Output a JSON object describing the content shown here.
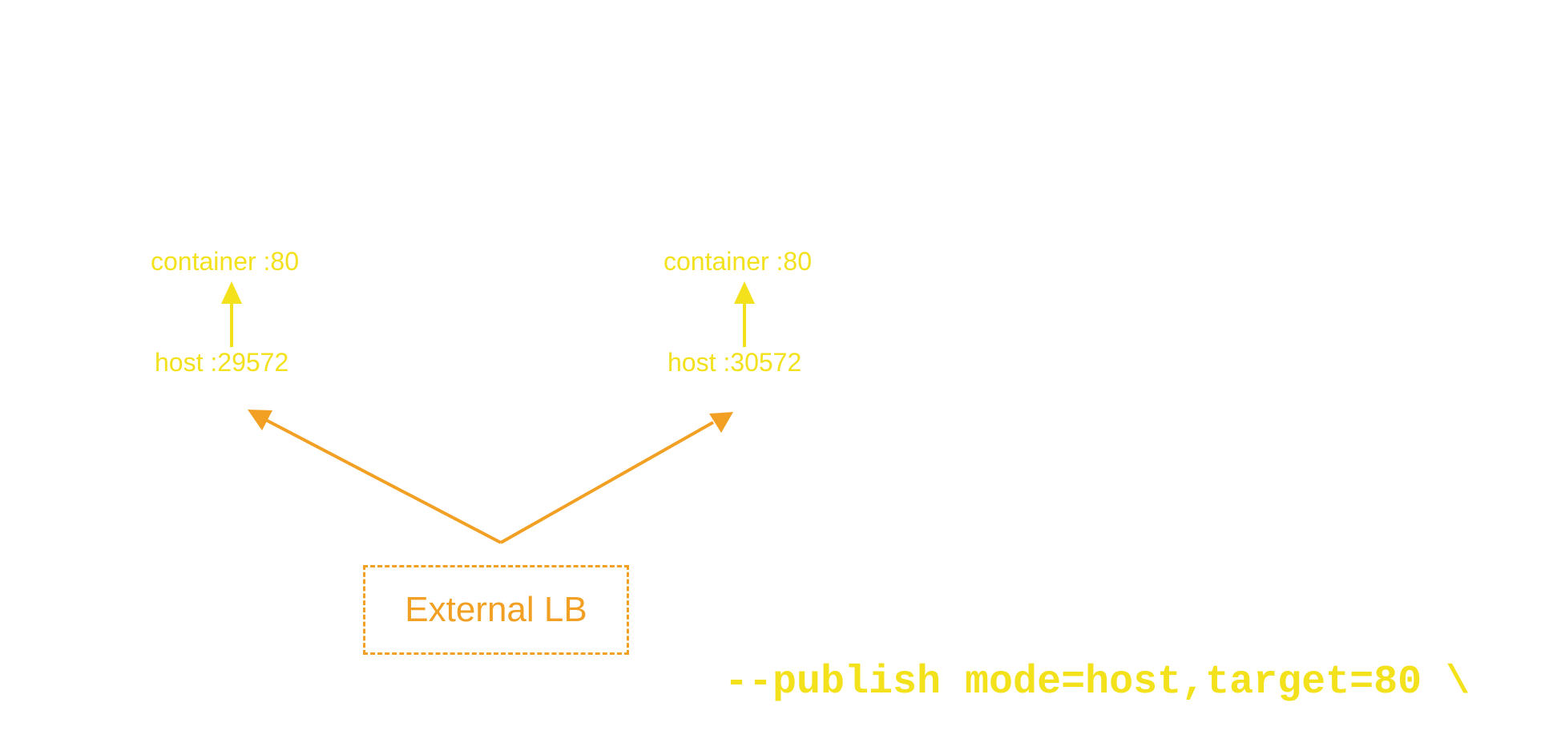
{
  "colors": {
    "port_mapping": "#F3E11C",
    "load_balancer": "#F2A023"
  },
  "nodes": [
    {
      "container_label": "container :80",
      "host_label": "host :29572"
    },
    {
      "container_label": "container :80",
      "host_label": "host :30572"
    }
  ],
  "load_balancer": {
    "label": "External LB"
  },
  "command": {
    "text": "--publish mode=host,target=80 \\"
  }
}
